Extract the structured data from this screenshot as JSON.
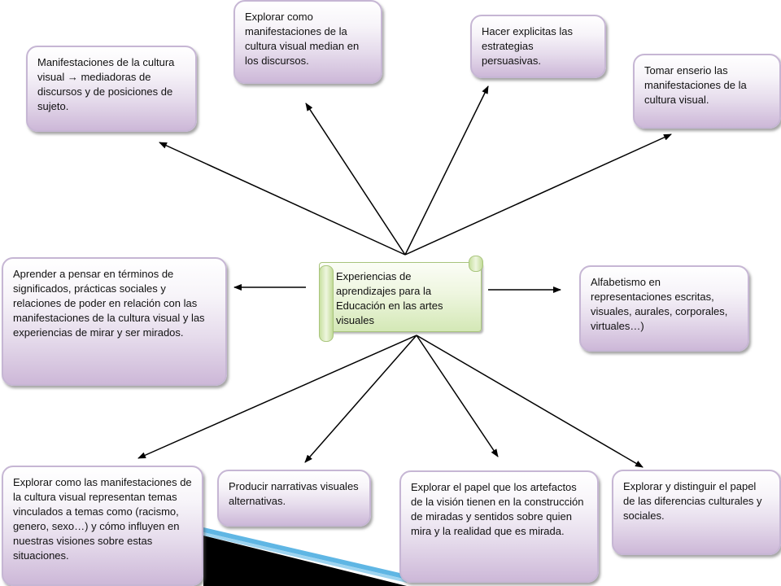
{
  "center": {
    "text": "Experiencias de aprendizajes para la Educación en las artes visuales"
  },
  "nodes": {
    "manifestaciones": "Manifestaciones de la cultura visual → mediadoras de discursos y de posiciones de sujeto.",
    "explorar_discursos": "Explorar como manifestaciones de la cultura visual median en los discursos.",
    "estrategias": "Hacer explicitas las estrategias persuasivas.",
    "tomar_enserio": "Tomar enserio las manifestaciones de la cultura visual.",
    "aprender": "Aprender a pensar en términos de significados, prácticas sociales y relaciones de poder en relación con las manifestaciones de la cultura visual y las experiencias de mirar y ser mirados.",
    "alfabetismo": "Alfabetismo en representaciones escritas, visuales, aurales, corporales, virtuales…)",
    "explorar_temas": "Explorar como las manifestaciones de la cultura visual representan temas vinculados a temas como (racismo, genero, sexo…) y cómo influyen en nuestras visiones sobre estas situaciones.",
    "narrativas": "Producir narrativas visuales alternativas.",
    "artefactos": "Explorar el papel que los artefactos de la visión tienen en la construcción de miradas y sentidos sobre quien mira y la realidad que es mirada.",
    "diferencias": "Explorar y distinguir el papel de las diferencias culturales y sociales."
  },
  "colors": {
    "box_border": "#c6b6d4",
    "box_fill_bottom": "#cdb8d8",
    "center_fill": "#d4e8b6",
    "arrow": "#000000"
  }
}
